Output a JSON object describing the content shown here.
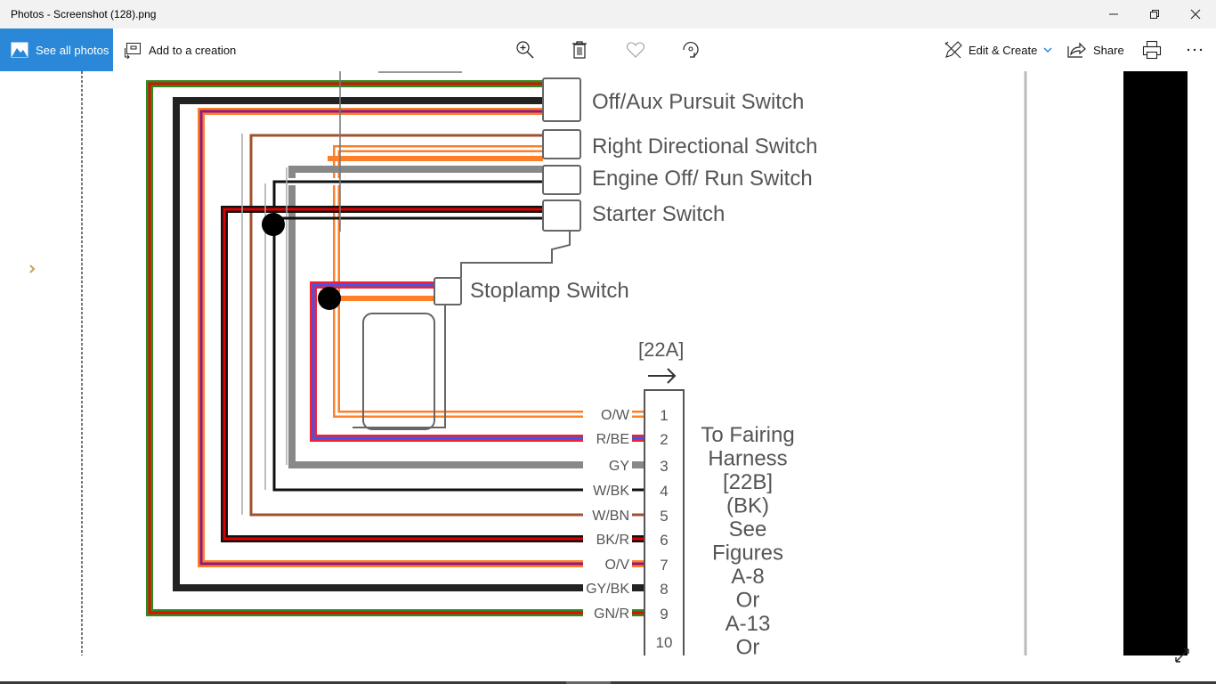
{
  "window": {
    "title": "Photos - Screenshot (128).png",
    "controls": [
      "minimize",
      "restore",
      "close"
    ]
  },
  "toolbar": {
    "see_all_photos": "See all photos",
    "add_to_creation": "Add to a creation",
    "center_icons": [
      "zoom-in-icon",
      "delete-icon",
      "favorite-icon",
      "rotate-icon"
    ],
    "edit_create": "Edit & Create",
    "share": "Share",
    "print_icon": "print-icon",
    "more_icon": "more-icon"
  },
  "diagram": {
    "switches": [
      {
        "label": "Off/Aux Pursuit Switch"
      },
      {
        "label": "Right Directional Switch"
      },
      {
        "label": "Engine Off/ Run Switch"
      },
      {
        "label": "Starter Switch"
      },
      {
        "label": "Stoplamp Switch"
      }
    ],
    "connector_id": "[22A]",
    "pins": [
      {
        "pin": "1",
        "wire": "O/W",
        "colors": [
          "#ff7f27",
          "#ffffff"
        ]
      },
      {
        "pin": "2",
        "wire": "R/BE",
        "colors": [
          "#ee2233",
          "#4455ee"
        ]
      },
      {
        "pin": "3",
        "wire": "GY",
        "colors": [
          "#888888",
          "#888888"
        ]
      },
      {
        "pin": "4",
        "wire": "W/BK",
        "colors": [
          "#ffffff",
          "#111111"
        ]
      },
      {
        "pin": "5",
        "wire": "W/BN",
        "colors": [
          "#ffffff",
          "#a0522d"
        ]
      },
      {
        "pin": "6",
        "wire": "BK/R",
        "colors": [
          "#111111",
          "#dd0000"
        ]
      },
      {
        "pin": "7",
        "wire": "O/V",
        "colors": [
          "#ff7f27",
          "#8b1a8b"
        ]
      },
      {
        "pin": "8",
        "wire": "GY/BK",
        "colors": [
          "#222222",
          "#222222"
        ]
      },
      {
        "pin": "9",
        "wire": "GN/R",
        "colors": [
          "#2e8b22",
          "#dd1100"
        ]
      },
      {
        "pin": "10",
        "wire": "",
        "colors": []
      }
    ],
    "note_lines": [
      "To Fairing",
      "Harness",
      "[22B]",
      "(BK)",
      "See",
      "Figures",
      "A-8",
      "Or",
      "A-13",
      "Or"
    ]
  }
}
